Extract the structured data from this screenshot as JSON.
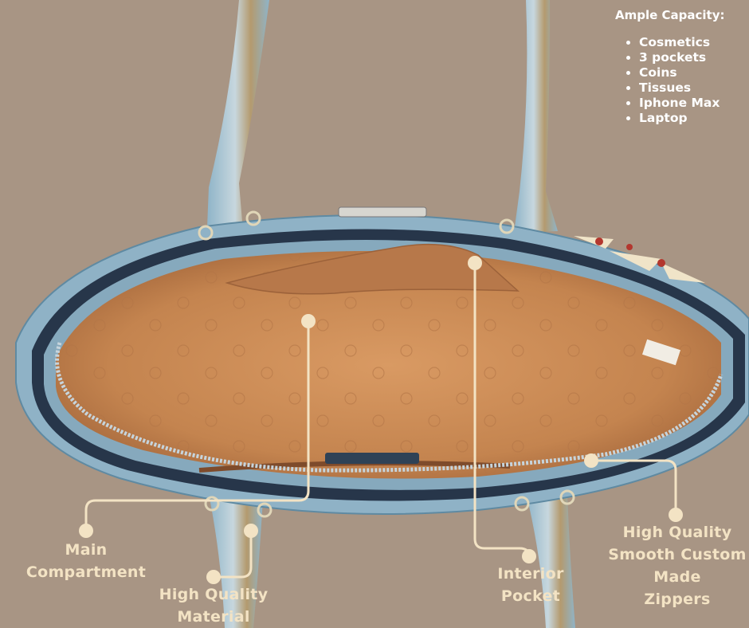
{
  "capacity": {
    "title": "Ample Capacity:",
    "items": [
      "Cosmetics",
      "3 pockets",
      "Coins",
      "Tissues",
      "Iphone Max",
      "Laptop"
    ]
  },
  "callouts": {
    "main_compartment": [
      "Main",
      "Compartment"
    ],
    "material": [
      "High Quality",
      "Material"
    ],
    "interior_pocket": [
      "Interior Pocket"
    ],
    "zippers": [
      "High Quality",
      "Smooth Custom",
      "Made",
      "Zippers"
    ]
  },
  "colors": {
    "background": "#a89584",
    "callout": "#f3e3c4",
    "bag_blue": "#8fb2c6",
    "lining": "#c98a57"
  }
}
